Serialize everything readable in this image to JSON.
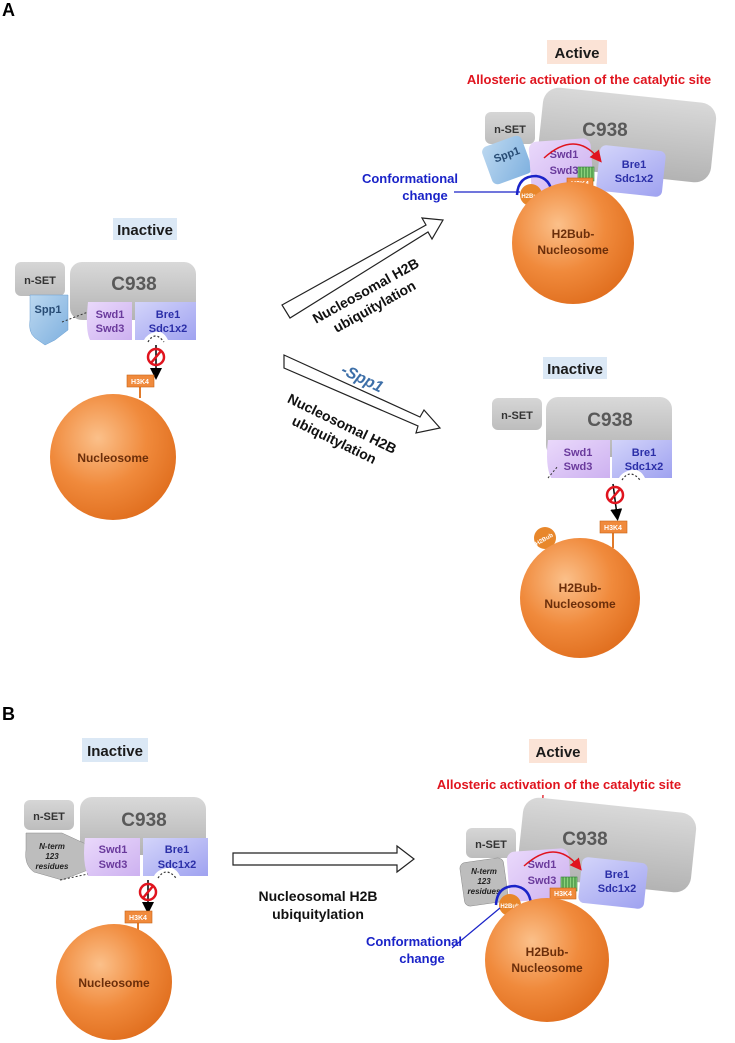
{
  "panels": {
    "a": {
      "letter": "A",
      "inactive_left": {
        "state": "Inactive",
        "nset": "n-SET",
        "c938": "C938",
        "spp1": "Spp1",
        "swd1": "Swd1",
        "swd3": "Swd3",
        "bre1": "Bre1",
        "sdc1": "Sdc1x2",
        "h3k4": "H3K4",
        "nucleosome": "Nucleosome"
      },
      "arrow_up": {
        "line1": "Nucleosomal H2B",
        "line2": "ubiquitylation"
      },
      "arrow_down": {
        "minus_label": "-Spp1",
        "line1": "Nucleosomal H2B",
        "line2": "ubiquitylation"
      },
      "active_right": {
        "state": "Active",
        "allosteric": "Allosteric activation of the catalytic site",
        "conf1": "Conformational",
        "conf2": "change",
        "nset": "n-SET",
        "c938": "C938",
        "spp1": "Spp1",
        "swd1": "Swd1",
        "swd3": "Swd3",
        "bre1": "Bre1",
        "sdc1": "Sdc1x2",
        "h2bub": "H2Bub",
        "h3k4": "H3K4",
        "nuc1": "H2Bub-",
        "nuc2": "Nucleosome"
      },
      "inactive_right": {
        "state": "Inactive",
        "nset": "n-SET",
        "c938": "C938",
        "swd1": "Swd1",
        "swd3": "Swd3",
        "bre1": "Bre1",
        "sdc1": "Sdc1x2",
        "h2bub": "H2Bub",
        "h3k4": "H3K4",
        "nuc1": "H2Bub-",
        "nuc2": "Nucleosome"
      }
    },
    "b": {
      "letter": "B",
      "inactive": {
        "state": "Inactive",
        "nset": "n-SET",
        "c938": "C938",
        "nterm1": "N-term",
        "nterm2": "123",
        "nterm3": "residues",
        "swd1": "Swd1",
        "swd3": "Swd3",
        "bre1": "Bre1",
        "sdc1": "Sdc1x2",
        "h3k4": "H3K4",
        "nucleosome": "Nucleosome"
      },
      "arrow": {
        "line1": "Nucleosomal H2B",
        "line2": "ubiquitylation"
      },
      "active": {
        "state": "Active",
        "allosteric": "Allosteric activation of the catalytic site",
        "conf1": "Conformational",
        "conf2": "change",
        "nset": "n-SET",
        "c938": "C938",
        "nterm1": "N-term",
        "nterm2": "123",
        "nterm3": "residues",
        "swd1": "Swd1",
        "swd3": "Swd3",
        "bre1": "Bre1",
        "sdc1": "Sdc1x2",
        "h2bub": "H2Bub",
        "h3k4": "H3K4",
        "nuc1": "H2Bub-",
        "nuc2": "Nucleosome"
      }
    }
  },
  "colors": {
    "nucleosome": "#f08a3c",
    "c938": "#bfbfbf",
    "nset": "#c9c9c9",
    "spp1": "#8fbde3",
    "swd": "#dcc6f5",
    "bre1": "#b7b9f5",
    "active_label_bg": "#fbe3d6",
    "inactive_label_bg": "#dbe8f5",
    "allosteric_text": "#e0141e",
    "conformational_text": "#1a23c8"
  }
}
